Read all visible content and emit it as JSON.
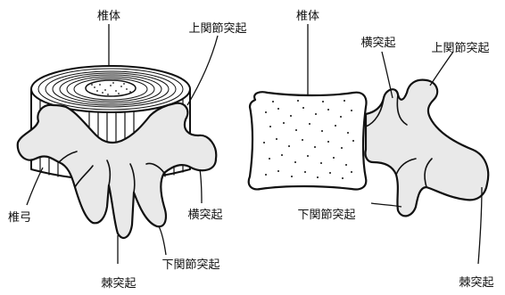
{
  "figure": {
    "left_view": {
      "labels": {
        "vertebral_body": "椎体",
        "superior_articular_process": "上関節突起",
        "vertebral_arch": "椎弓",
        "transverse_process": "横突起",
        "inferior_articular_process": "下関節突起",
        "spinous_process": "棘突起"
      }
    },
    "right_view": {
      "labels": {
        "vertebral_body": "椎体",
        "transverse_process": "横突起",
        "superior_articular_process": "上関節突起",
        "inferior_articular_process": "下関節突起",
        "spinous_process": "棘突起"
      }
    },
    "colors": {
      "line": "#111111",
      "bone_fill": "#e9e9e9",
      "background": "#ffffff"
    }
  }
}
